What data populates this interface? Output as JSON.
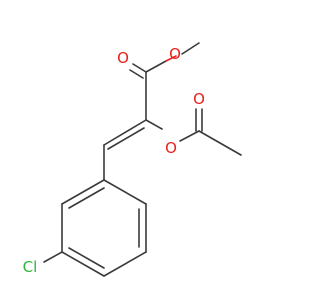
{
  "molecule": {
    "atoms": {
      "o_carbonyl_ester": "O",
      "o_ester": "O",
      "o_carbonyl_acetyl": "O",
      "o_acetoxy": "O",
      "cl": "Cl"
    }
  },
  "colors": {
    "bond": "#3a3a3a",
    "oxygen": "#e8211c",
    "chlorine": "#2fb53a",
    "background": "#ffffff"
  }
}
